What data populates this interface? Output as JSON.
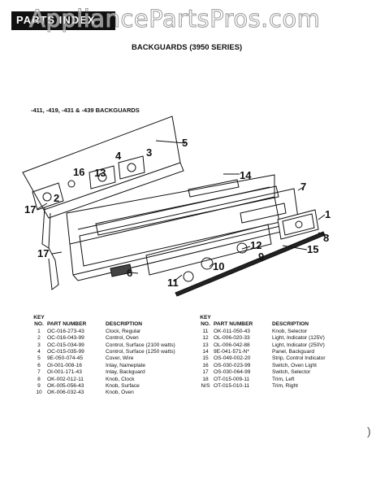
{
  "header": {
    "tab_text": "PARTS INDEX",
    "watermark": "AppliancePartsPros.com",
    "title": "BACKGUARDS (3950 SERIES)"
  },
  "diagram": {
    "subtitle": "-411, -419, -431 & -439 BACKGUARDS",
    "callouts": [
      "1",
      "2",
      "3",
      "4",
      "5",
      "6",
      "7",
      "8",
      "9",
      "10",
      "11",
      "12",
      "13",
      "14",
      "15",
      "16",
      "17",
      "17"
    ]
  },
  "legend": {
    "headers": {
      "key_line1": "KEY",
      "key_line2": "NO.",
      "part": "PART NUMBER",
      "desc": "DESCRIPTION"
    },
    "left": [
      {
        "key": "1",
        "part": "OC-016-273-43",
        "desc": "Clock, Regular"
      },
      {
        "key": "2",
        "part": "OC-016-043-99",
        "desc": "Control, Oven"
      },
      {
        "key": "3",
        "part": "OC-015-034-99",
        "desc": "Control, Surface (2100 watts)"
      },
      {
        "key": "4",
        "part": "OC-015-035-99",
        "desc": "Control, Surface (1250 watts)"
      },
      {
        "key": "5",
        "part": "9E-050-074-45",
        "desc": "Cover, Wire"
      },
      {
        "key": "6",
        "part": "OI-001-008-16",
        "desc": "Inlay, Nameplate"
      },
      {
        "key": "7",
        "part": "OI-001-171-43",
        "desc": "Inlay, Backguard"
      },
      {
        "key": "8",
        "part": "OK-002-012-11",
        "desc": "Knob, Clock"
      },
      {
        "key": "9",
        "part": "OK-005-056-43",
        "desc": "Knob, Surface"
      },
      {
        "key": "10",
        "part": "OK-006-032-43",
        "desc": "Knob, Oven"
      }
    ],
    "right": [
      {
        "key": "11",
        "part": "OK-011-050-43",
        "desc": "Knob, Selector"
      },
      {
        "key": "12",
        "part": "OL-006-020-33",
        "desc": "Light, Indicator (125V)"
      },
      {
        "key": "13",
        "part": "OL-006-042-88",
        "desc": "Light, Indicator (250V)"
      },
      {
        "key": "14",
        "part": "9E-041-571-N*",
        "desc": "Panel, Backguard"
      },
      {
        "key": "15",
        "part": "OS-049-002-20",
        "desc": "Strip, Control Indicator"
      },
      {
        "key": "16",
        "part": "OS-030-023-99",
        "desc": "Switch, Oven Light"
      },
      {
        "key": "17",
        "part": "OS-030-064-99",
        "desc": "Switch, Selector"
      },
      {
        "key": "18",
        "part": "OT-015-009-11",
        "desc": "Trim, Left"
      },
      {
        "key": "N/S",
        "part": "OT-015-010-11",
        "desc": "Trim, Right"
      }
    ]
  },
  "footer": {
    "mark": ")"
  }
}
